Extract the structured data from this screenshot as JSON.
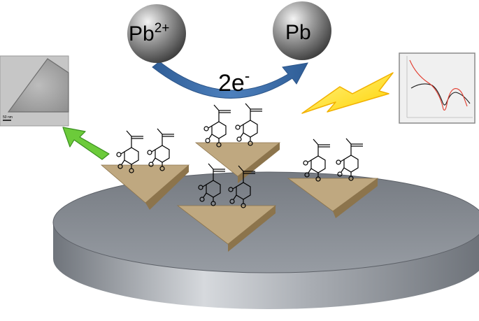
{
  "reaction": {
    "reactant_base": "Pb",
    "reactant_charge": "2+",
    "product": "Pb",
    "electrons_base": "2e",
    "electrons_sign": "-"
  },
  "tem_inset": {
    "scale_bar_label": "50 nm"
  },
  "colors": {
    "sphere_highlight": "#f4f4f4",
    "sphere_mid": "#9a9a9a",
    "sphere_dark": "#3c3c3c",
    "curved_arrow": "#3f6fa8",
    "green_arrow": "#6ccb3a",
    "lightning": "#ffe21a",
    "lightning_edge": "#f2b100",
    "disk_top": "#8d9299",
    "disk_side_light": "#d3d6da",
    "disk_side_dark": "#7a7f86",
    "nanoprism_top": "#bfa880",
    "nanoprism_side": "#8c744c",
    "curve_red": "#e23b2e",
    "curve_black": "#1a1a1a",
    "plot_background": "#f0f0f0"
  },
  "icons": {
    "reactant": "metal-ion-sphere-icon",
    "product": "metal-atom-sphere-icon",
    "reduction": "curved-arrow-icon",
    "signal": "lightning-bolt-icon",
    "imaging": "green-arrow-icon",
    "electrode": "disk-electrode-icon",
    "nanoprism": "triangular-nanoprism-icon",
    "ligand": "tetraketone-ligand-icon"
  }
}
